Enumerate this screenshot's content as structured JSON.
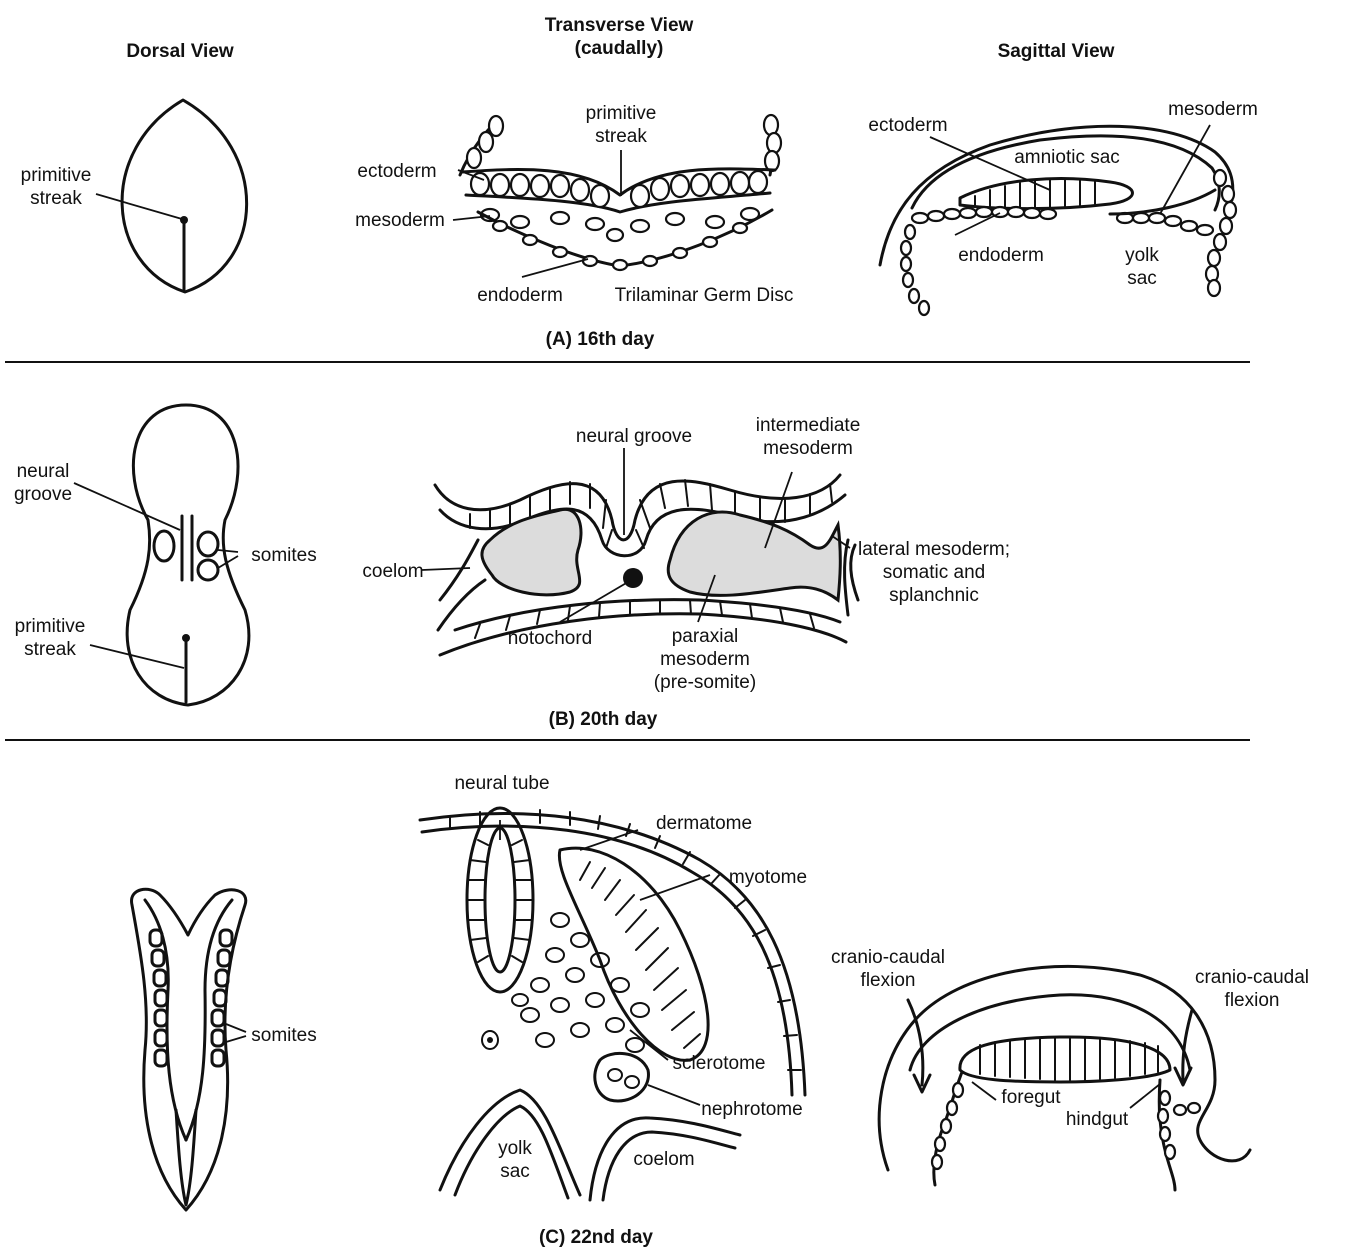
{
  "headers": {
    "dorsal": "Dorsal View",
    "transverse": "Transverse View\n(caudally)",
    "sagittal": "Sagittal View"
  },
  "panel_a": {
    "caption": "(A) 16th day",
    "dorsal_primitive_streak": "primitive\nstreak",
    "t_primitive_streak": "primitive\nstreak",
    "t_ectoderm": "ectoderm",
    "t_mesoderm": "mesoderm",
    "t_endoderm": "endoderm",
    "t_trilaminar": "Trilaminar Germ Disc",
    "s_ectoderm": "ectoderm",
    "s_amniotic_sac": "amniotic sac",
    "s_mesoderm": "mesoderm",
    "s_endoderm": "endoderm",
    "s_yolk_sac": "yolk\nsac"
  },
  "panel_b": {
    "caption": "(B) 20th day",
    "dorsal_neural_groove": "neural\ngroove",
    "dorsal_somites": "somites",
    "dorsal_primitive_streak": "primitive\nstreak",
    "t_neural_groove": "neural groove",
    "t_intermediate_mesoderm": "intermediate\nmesoderm",
    "t_coelom": "coelom",
    "t_lateral_mesoderm": "lateral mesoderm;\nsomatic and\nsplanchnic",
    "t_notochord": "notochord",
    "t_paraxial_mesoderm": "paraxial\nmesoderm\n(pre-somite)"
  },
  "panel_c": {
    "caption": "(C) 22nd day",
    "dorsal_somites": "somites",
    "t_neural_tube": "neural tube",
    "t_dermatome": "dermatome",
    "t_myotome": "myotome",
    "t_sclerotome": "sclerotome",
    "t_nephrotome": "nephrotome",
    "t_yolk_sac": "yolk\nsac",
    "t_coelom": "coelom",
    "s_flexion_left": "cranio-caudal\nflexion",
    "s_flexion_right": "cranio-caudal\nflexion",
    "s_foregut": "foregut",
    "s_hindgut": "hindgut"
  }
}
